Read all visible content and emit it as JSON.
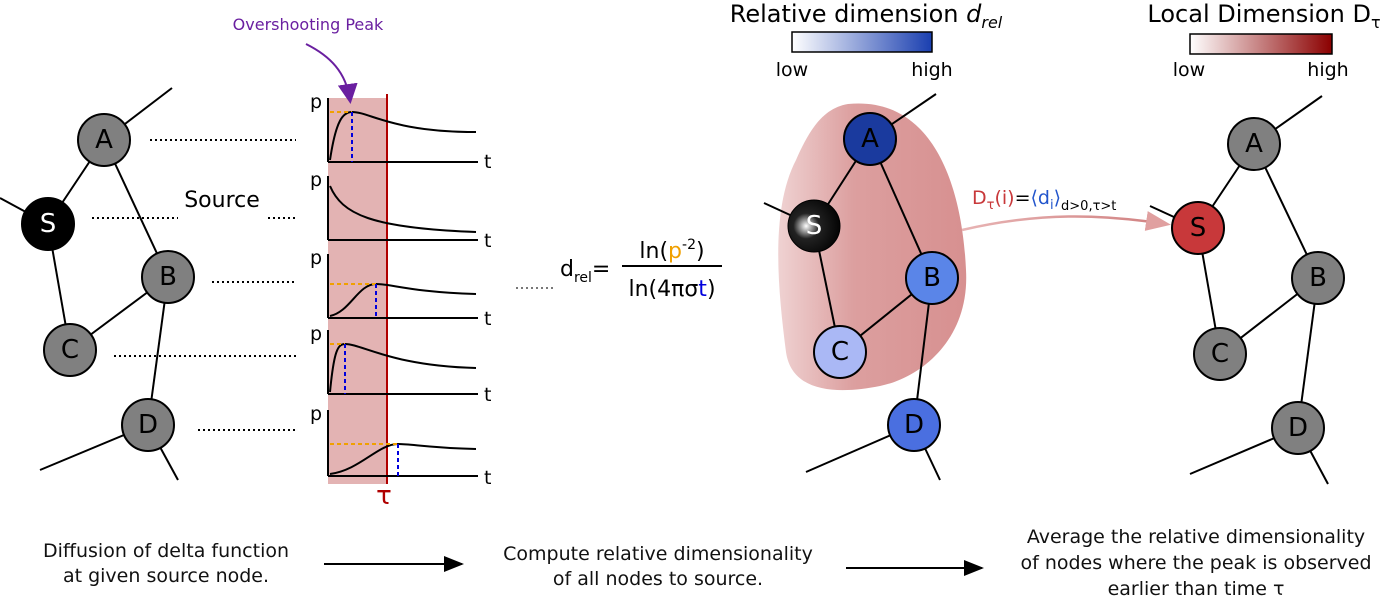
{
  "annotation": {
    "overshooting_peak": "Overshooting Peak"
  },
  "source_label": "Source",
  "tau_label": "τ",
  "axes": {
    "y": "p",
    "x": "t"
  },
  "left_graph": {
    "nodes": [
      "A",
      "S",
      "B",
      "C",
      "D"
    ]
  },
  "middle_graph": {
    "nodes": [
      "A",
      "S",
      "B",
      "C",
      "D"
    ]
  },
  "right_graph": {
    "nodes": [
      "A",
      "S",
      "B",
      "C",
      "D"
    ]
  },
  "colorbars": {
    "relative": {
      "title": "Relative dimension ",
      "title_symbol": "d",
      "title_sub": "rel",
      "low": "low",
      "high": "high",
      "from": "#ffffff",
      "to": "#1a3fb0"
    },
    "local": {
      "title": "Local Dimension D",
      "title_sub": "τ",
      "low": "low",
      "high": "high",
      "from": "#ffffff",
      "to": "#8b0000"
    }
  },
  "formula": {
    "lhs_main": "d",
    "lhs_sub": "rel",
    "eq": "=",
    "num_pre": "ln(",
    "num_p": "p",
    "num_exp": "-2",
    "num_post": ")",
    "den_pre": "ln(4πσ",
    "den_t": "t",
    "den_post": ")"
  },
  "local_formula": {
    "D": "D",
    "sub": "τ",
    "arg": "(i)",
    "eq": "=",
    "lang": "⟨d",
    "di_sub": "i",
    "rang": "⟩",
    "tail_sub": "d>0,τ>t"
  },
  "captions": {
    "step1": [
      "Diffusion of delta function",
      "at given source node."
    ],
    "step2": [
      "Compute relative dimensionality",
      "of all nodes to source."
    ],
    "step3": [
      "Average the relative dimensionality",
      "of nodes where the peak is observed",
      "earlier than time τ"
    ]
  },
  "colors": {
    "node_gray": "#808080",
    "source_black": "#000000",
    "tau_line": "#b00000",
    "tau_band": "#d99a9a",
    "blob": "#d99090",
    "orange": "#f0a000",
    "blue_dash": "#0000dd",
    "purple": "#6a1fa0",
    "mid_A": "#1a3a9e",
    "mid_B": "#5a85e8",
    "mid_C": "#aab8f5",
    "mid_D": "#4a6fe0",
    "right_S": "#c8383a"
  }
}
